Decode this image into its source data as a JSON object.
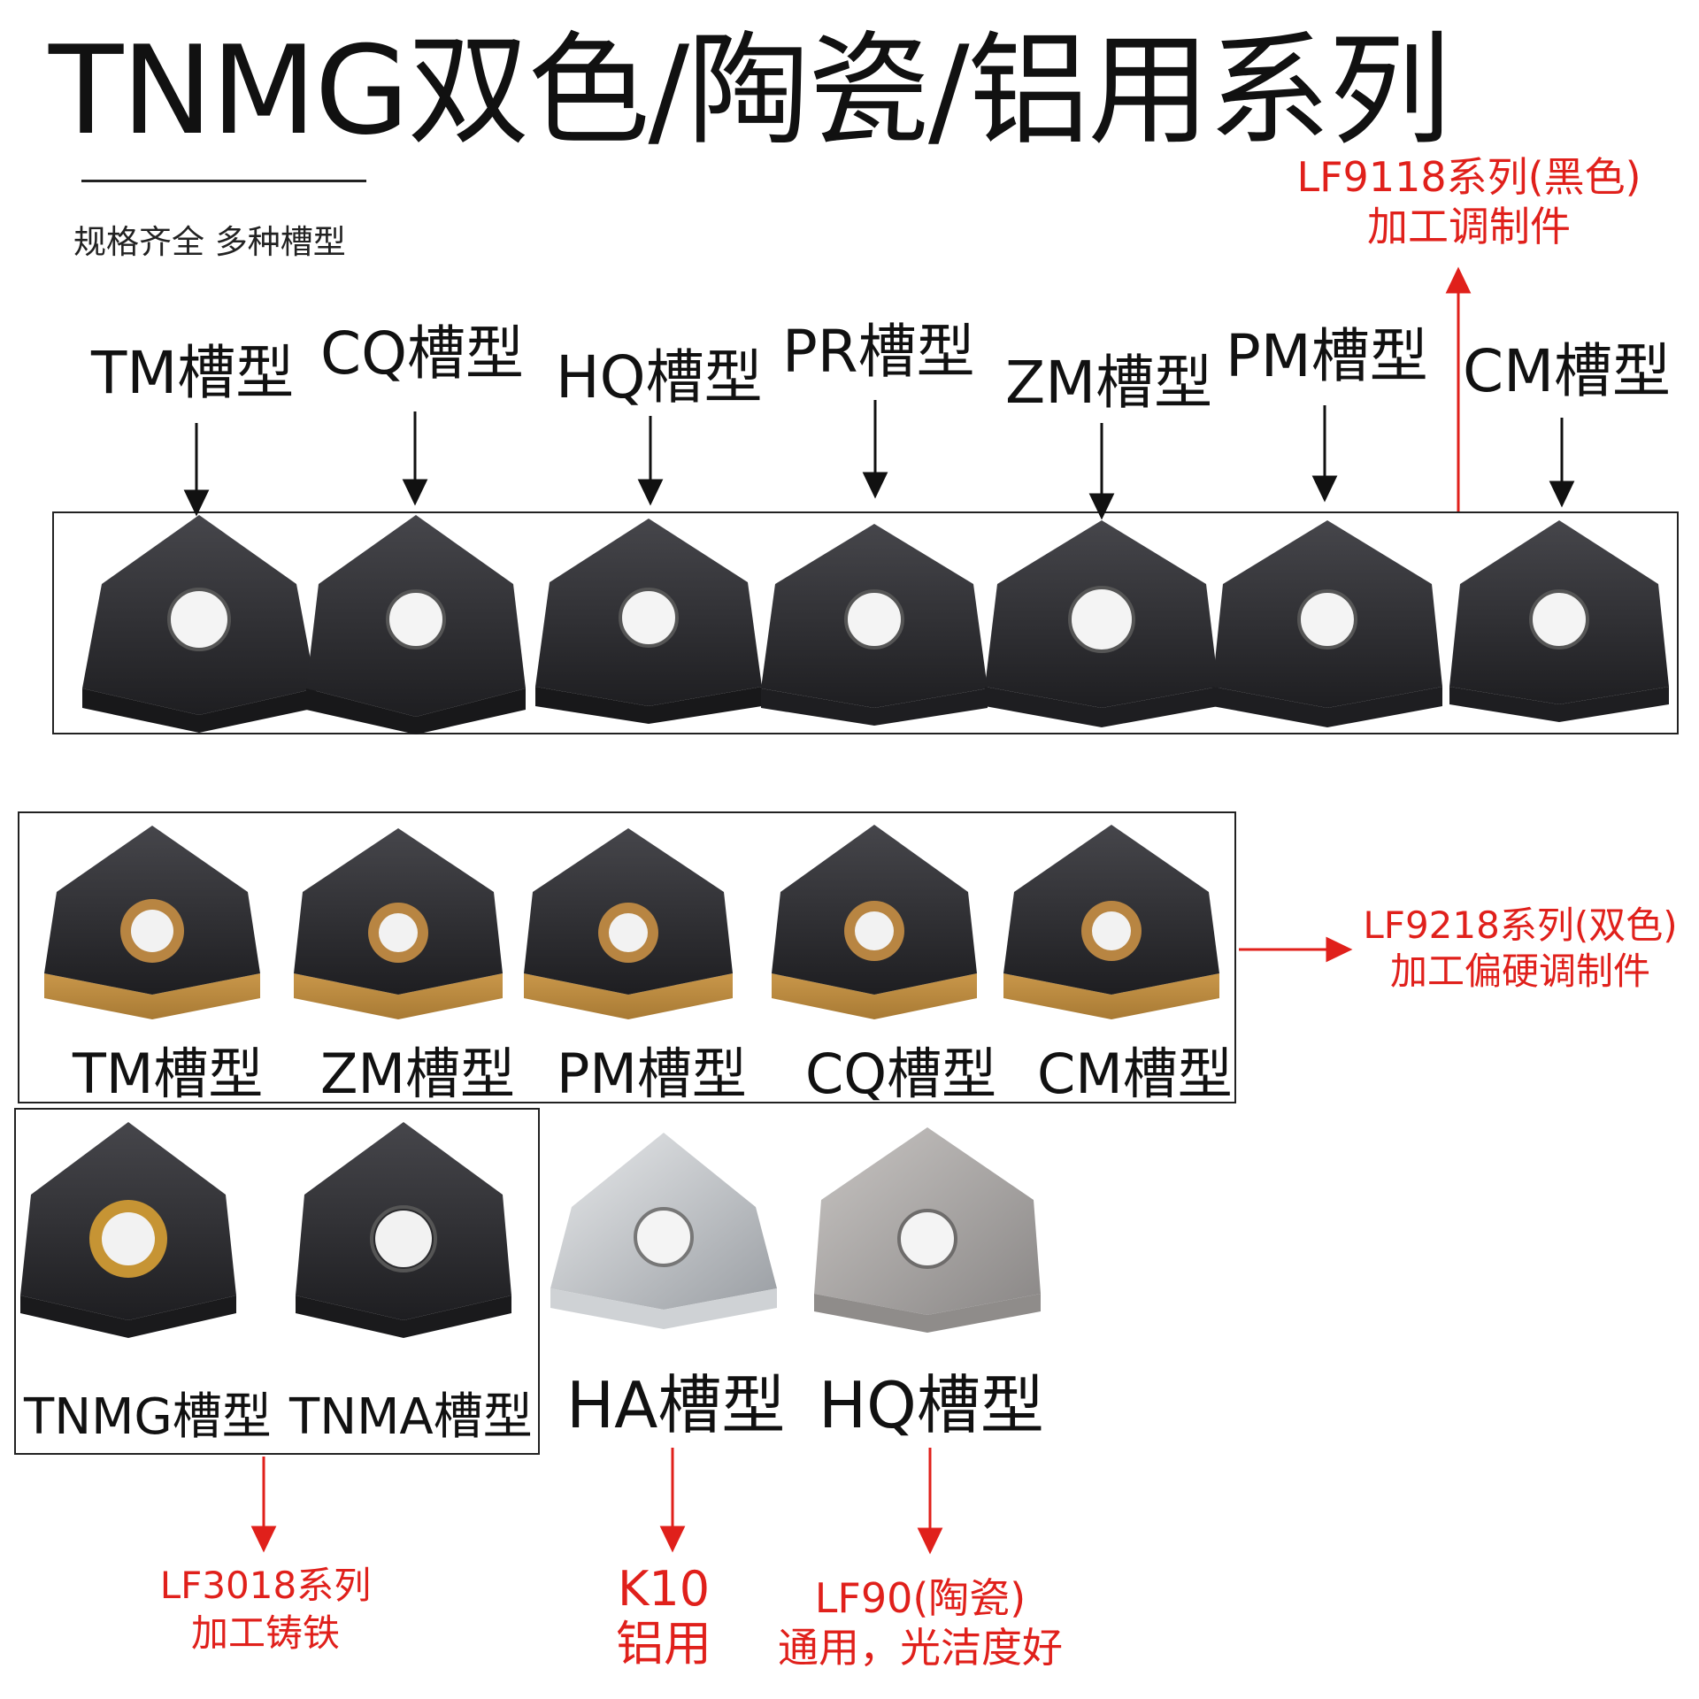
{
  "title": "TNMG双色/陶瓷/铝用系列",
  "subtitle": "规格齐全 多种槽型",
  "series_lf9118": {
    "line1": "LF9118系列(黑色)",
    "line2": "加工调制件",
    "grooves": [
      "TM槽型",
      "CQ槽型",
      "HQ槽型",
      "PR槽型",
      "ZM槽型",
      "PM槽型",
      "CM槽型"
    ]
  },
  "series_lf9218": {
    "line1": "LF9218系列(双色)",
    "line2": "加工偏硬调制件",
    "grooves": [
      "TM槽型",
      "ZM槽型",
      "PM槽型",
      "CQ槽型",
      "CM槽型"
    ]
  },
  "series_lf3018": {
    "line1": "LF3018系列",
    "line2": "加工铸铁",
    "grooves": [
      "TNMG槽型",
      "TNMA槽型"
    ]
  },
  "series_k10": {
    "line1": "K10",
    "line2": "铝用",
    "groove": "HA槽型"
  },
  "series_lf90": {
    "line1": "LF90(陶瓷)",
    "line2": "通用，光洁度好",
    "groove": "HQ槽型"
  },
  "colors": {
    "annotation_red": "#e0201b",
    "insert_black": "#2b2b2e",
    "insert_gold": "#b8873a",
    "insert_silver": "#c9ccd0",
    "insert_ceramic": "#a9a7a6"
  }
}
